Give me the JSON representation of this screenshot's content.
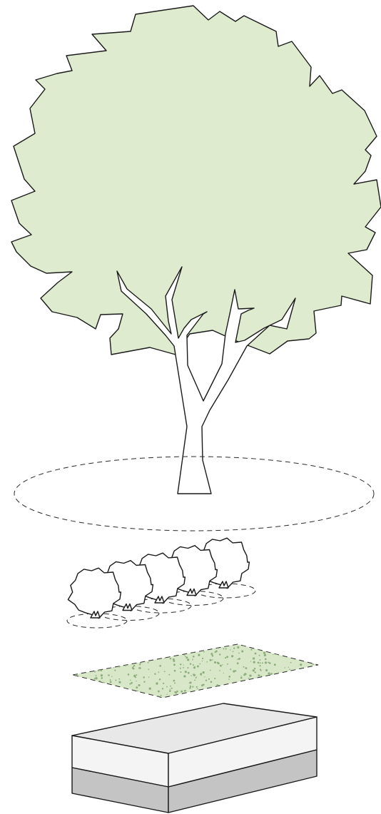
{
  "layers": [
    {
      "id": "tree",
      "icon": "deciduous-tree-icon"
    },
    {
      "id": "shrubs",
      "icon": "shrub-row-icon",
      "count": 5
    },
    {
      "id": "groundcover",
      "icon": "groundcover-patch-icon"
    },
    {
      "id": "soil",
      "icon": "soil-block-icon",
      "strata": 2
    }
  ],
  "colors": {
    "canopy_fill": "#deebcf",
    "groundcover_fill": "#d7e7c7",
    "groundcover_speckle": "#8fae7d",
    "soil_top": "#e8e8e8",
    "soil_upper_side": "#f4f4f4",
    "soil_lower_side": "#c4c4c4",
    "stroke": "#1a1a1a"
  }
}
